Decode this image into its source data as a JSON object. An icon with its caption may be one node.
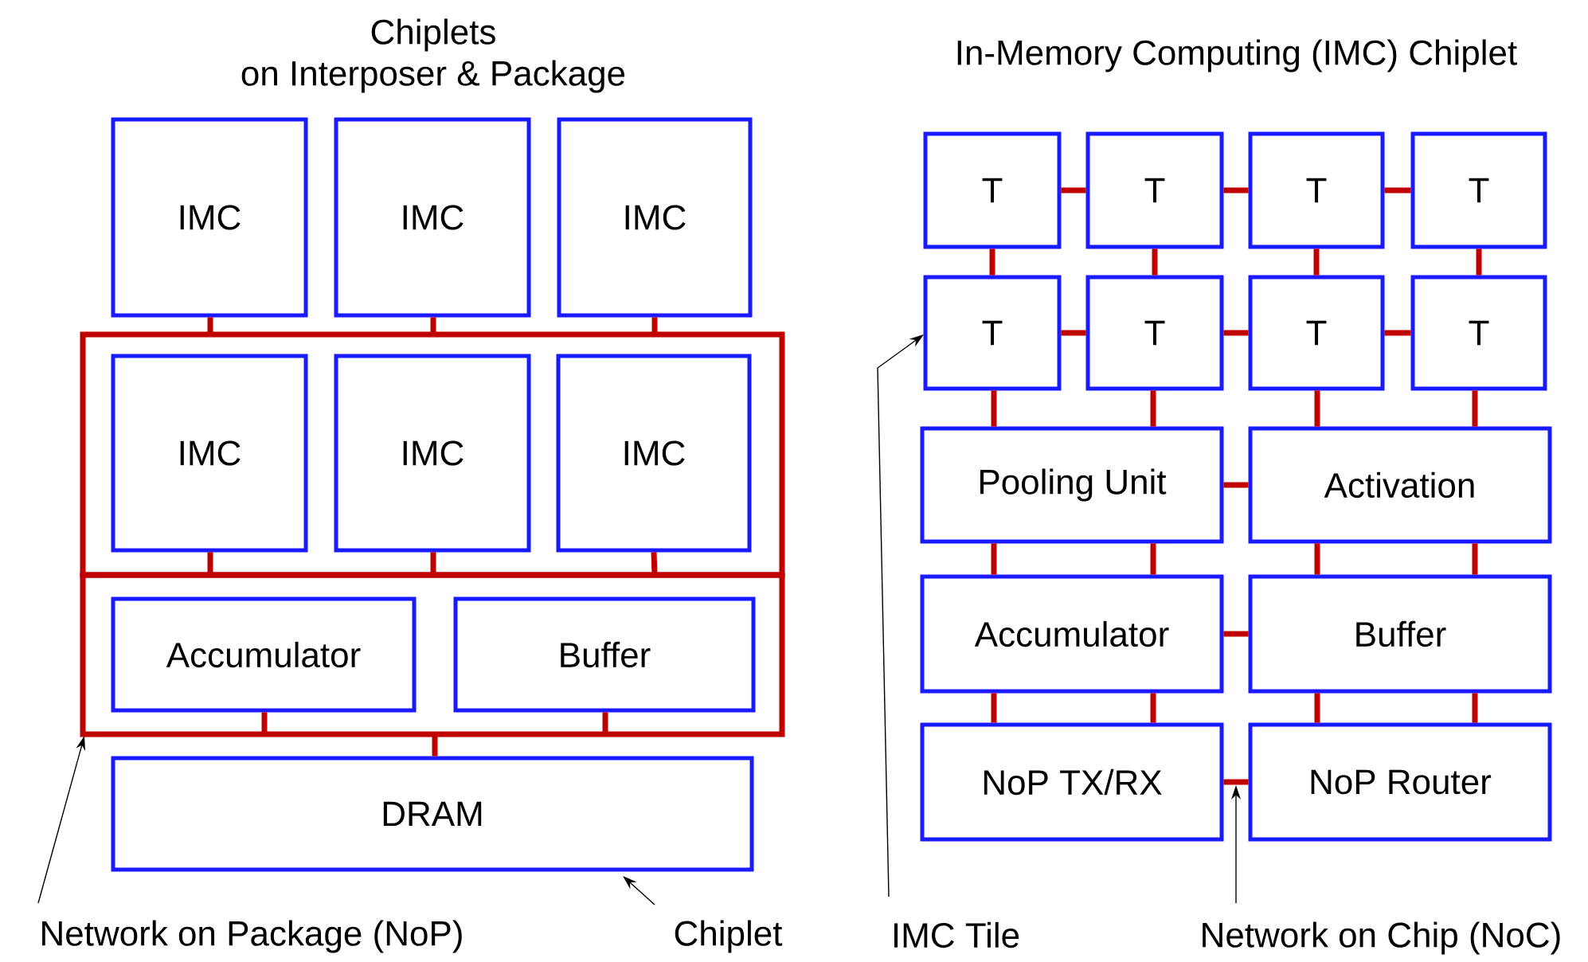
{
  "diagram": {
    "nodes": [
      {
        "text": [],
        "shape": "box"
      },
      {
        "text": [],
        "shape": "box"
      },
      {
        "text": [
          "IMC"
        ]
      },
      {
        "text": [
          "IMC"
        ]
      },
      {
        "text": [
          "IMC"
        ]
      },
      {
        "text": [
          "IMC"
        ],
        "in": 0
      },
      {
        "text": [
          "IMC"
        ],
        "in": 0
      },
      {
        "text": [
          "IMC"
        ],
        "in": 0
      },
      {
        "text": [
          "Accumulator"
        ],
        "in": 1
      },
      {
        "text": [
          "Buffer"
        ],
        "in": 1
      },
      {
        "text": [
          "DRAM"
        ]
      },
      {
        "text": [
          "Network on Package (NoP)"
        ]
      },
      {
        "text": [
          "Chiplet"
        ]
      },
      {
        "text": [
          "T"
        ]
      },
      {
        "text": [
          "T"
        ]
      },
      {
        "text": [
          "T"
        ]
      },
      {
        "text": [
          "T"
        ]
      },
      {
        "text": [
          "T"
        ]
      },
      {
        "text": [
          "T"
        ]
      },
      {
        "text": [
          "T"
        ]
      },
      {
        "text": [
          "T"
        ]
      },
      {
        "text": [
          "Pooling Unit"
        ]
      },
      {
        "text": [
          "Activation"
        ]
      },
      {
        "text": [
          "Accumulator"
        ]
      },
      {
        "text": [
          "Buffer"
        ]
      },
      {
        "text": [
          "NoP TX/RX"
        ]
      },
      {
        "text": [
          "NoP Router"
        ]
      },
      {
        "text": [
          "IMC Tile"
        ]
      },
      {
        "text": [
          "Network on Chip (NoC)"
        ]
      }
    ],
    "edges": [
      {
        "from": 2,
        "to": 0,
        "arrow": "none"
      },
      {
        "from": 3,
        "to": 0,
        "arrow": "none"
      },
      {
        "from": 4,
        "to": 0,
        "arrow": "none"
      },
      {
        "from": 5,
        "to": 1,
        "arrow": "none"
      },
      {
        "from": 6,
        "to": 1,
        "arrow": "none"
      },
      {
        "from": 7,
        "to": 1,
        "arrow": "none"
      },
      {
        "from": 8,
        "to": 1,
        "arrow": "none"
      },
      {
        "from": 9,
        "to": 1,
        "arrow": "none"
      },
      {
        "from": 1,
        "to": 10,
        "arrow": "none"
      },
      {
        "from": 11,
        "to": 1,
        "arrow": "to",
        "color": "#000000"
      },
      {
        "from": 12,
        "to": 10,
        "arrow": "to",
        "color": "#000000"
      },
      {
        "from": 13,
        "to": 14,
        "arrow": "none"
      },
      {
        "from": 14,
        "to": 15,
        "arrow": "none"
      },
      {
        "from": 15,
        "to": 16,
        "arrow": "none"
      },
      {
        "from": 17,
        "to": 18,
        "arrow": "none"
      },
      {
        "from": 18,
        "to": 19,
        "arrow": "none"
      },
      {
        "from": 19,
        "to": 20,
        "arrow": "none"
      },
      {
        "from": 13,
        "to": 17,
        "arrow": "none"
      },
      {
        "from": 14,
        "to": 18,
        "arrow": "none"
      },
      {
        "from": 15,
        "to": 19,
        "arrow": "none"
      },
      {
        "from": 16,
        "to": 20,
        "arrow": "none"
      },
      {
        "from": 17,
        "to": 21,
        "arrow": "none"
      },
      {
        "from": 18,
        "to": 21,
        "arrow": "none"
      },
      {
        "from": 19,
        "to": 22,
        "arrow": "none"
      },
      {
        "from": 20,
        "to": 22,
        "arrow": "none"
      },
      {
        "from": 21,
        "to": 22,
        "arrow": "none"
      },
      {
        "from": 21,
        "to": 23,
        "arrow": "none"
      },
      {
        "from": 21,
        "to": 23,
        "arrow": "none"
      },
      {
        "from": 22,
        "to": 24,
        "arrow": "none"
      },
      {
        "from": 22,
        "to": 24,
        "arrow": "none"
      },
      {
        "from": 23,
        "to": 24,
        "arrow": "none"
      },
      {
        "from": 23,
        "to": 25,
        "arrow": "none"
      },
      {
        "from": 23,
        "to": 25,
        "arrow": "none"
      },
      {
        "from": 24,
        "to": 26,
        "arrow": "none"
      },
      {
        "from": 24,
        "to": 26,
        "arrow": "none"
      },
      {
        "from": 25,
        "to": 26,
        "arrow": "none"
      },
      {
        "from": 27,
        "to": 17,
        "arrow": "to",
        "color": "#000000"
      },
      {
        "from": 28,
        "to": 25,
        "arrow": "to",
        "color": "#000000"
      }
    ],
    "labels": [
      "Chiplets on Interposer & Package",
      "In-Memory Computing (IMC) Chiplet"
    ]
  }
}
